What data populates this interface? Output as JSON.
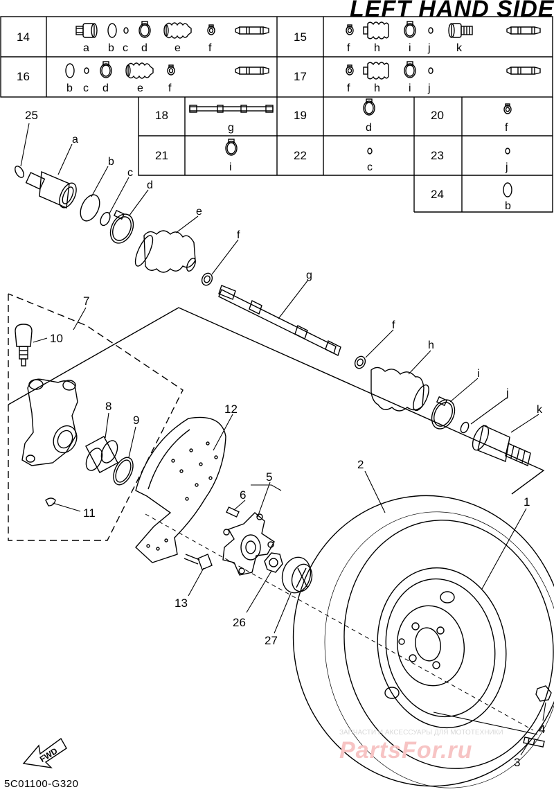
{
  "title": "LEFT HAND SIDE",
  "diagram_code": "5C01100-G320",
  "watermark": {
    "line1": "ЗАПЧАСТИ И АКСЕССУАРЫ ДЛЯ МОТОТЕХНИКИ",
    "line2": "PartsFor.ru"
  },
  "kits": {
    "row14": {
      "num": "14",
      "letters": [
        "a",
        "b",
        "c",
        "d",
        "e",
        "f"
      ]
    },
    "row15": {
      "num": "15",
      "letters": [
        "f",
        "h",
        "i",
        "j",
        "k"
      ]
    },
    "row16": {
      "num": "16",
      "letters": [
        "b",
        "c",
        "d",
        "e",
        "f"
      ]
    },
    "row17": {
      "num": "17",
      "letters": [
        "f",
        "h",
        "i",
        "j"
      ]
    },
    "row18": {
      "num": "18",
      "letter": "g"
    },
    "row19": {
      "num": "19",
      "letter": "d"
    },
    "row20": {
      "num": "20",
      "letter": "f"
    },
    "row21": {
      "num": "21",
      "letter": "i"
    },
    "row22": {
      "num": "22",
      "letter": "c"
    },
    "row23": {
      "num": "23",
      "letter": "j"
    },
    "row24": {
      "num": "24",
      "letter": "b"
    }
  },
  "callouts": {
    "p1": "1",
    "p2": "2",
    "p3": "3",
    "p4": "4",
    "p5": "5",
    "p6": "6",
    "p7": "7",
    "p8": "8",
    "p9": "9",
    "p10": "10",
    "p11": "11",
    "p12": "12",
    "p13": "13",
    "p25": "25",
    "p26": "26",
    "p27": "27",
    "la": "a",
    "lb": "b",
    "lc": "c",
    "ld": "d",
    "le": "e",
    "lf1": "f",
    "lg": "g",
    "lf2": "f",
    "lh": "h",
    "li": "i",
    "lj": "j",
    "lk": "k"
  },
  "fwd_label": "FWD"
}
